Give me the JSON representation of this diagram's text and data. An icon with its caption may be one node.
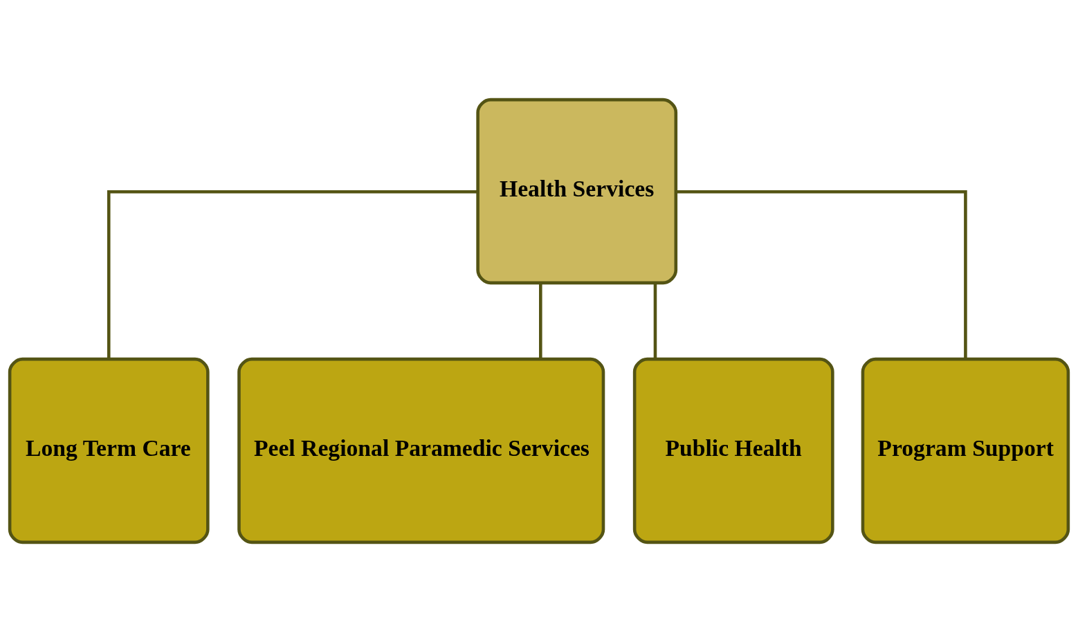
{
  "diagram": {
    "nodes": [
      {
        "text": [
          "Health Services"
        ]
      },
      {
        "text": [
          "Long Term Care"
        ]
      },
      {
        "text": [
          "Peel Regional Paramedic Services"
        ]
      },
      {
        "text": [
          "Public Health"
        ]
      },
      {
        "text": [
          "Program Support"
        ]
      }
    ],
    "edges": [
      {
        "from": 0,
        "to": 1,
        "arrow": "none"
      },
      {
        "from": 0,
        "to": 2,
        "arrow": "none"
      },
      {
        "from": 0,
        "to": 3,
        "arrow": "none"
      },
      {
        "from": 0,
        "to": 4,
        "arrow": "none"
      }
    ]
  }
}
